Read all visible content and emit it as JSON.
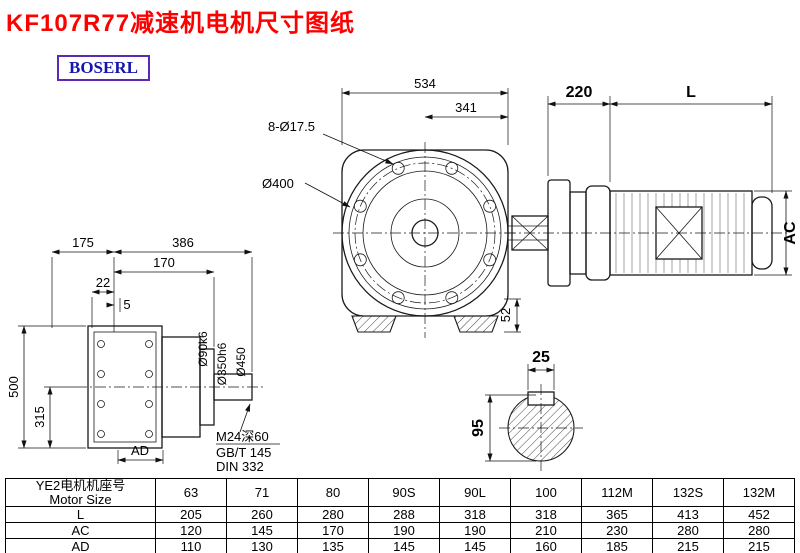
{
  "page": {
    "title": "KF107R77减速机电机尺寸图纸",
    "logo": "BOSERL"
  },
  "drawing": {
    "front_view": {
      "total_width": "534",
      "partial_width": "341",
      "bolt_holes": "8-Ø17.5",
      "flange_dia": "Ø400",
      "foot_height": "52"
    },
    "motor_view": {
      "adapter_length": "220",
      "motor_length": "L",
      "motor_height": "AC"
    },
    "side_view": {
      "dim_175": "175",
      "dim_386": "386",
      "dim_170": "170",
      "dim_22": "22",
      "dim_5": "5",
      "dim_500": "500",
      "dim_315": "315",
      "shaft_dia": "Ø90k6",
      "spigot_dia": "Ø350h6",
      "flange_od": "Ø450",
      "dim_ad": "AD",
      "tap_spec": "M24深60",
      "standard_1": "GB/T 145",
      "standard_2": "DIN 332"
    },
    "shaft_section": {
      "key_width": "25",
      "shaft_dia": "95"
    }
  },
  "table": {
    "header": {
      "line1": "YE2电机机座号",
      "line2": "Motor Size"
    },
    "sizes": [
      "63",
      "71",
      "80",
      "90S",
      "90L",
      "100",
      "112M",
      "132S",
      "132M"
    ],
    "rows": [
      {
        "label": "L",
        "values": [
          "205",
          "260",
          "280",
          "288",
          "318",
          "318",
          "365",
          "413",
          "452"
        ]
      },
      {
        "label": "AC",
        "values": [
          "120",
          "145",
          "170",
          "190",
          "190",
          "210",
          "230",
          "280",
          "280"
        ]
      },
      {
        "label": "AD",
        "values": [
          "110",
          "130",
          "135",
          "145",
          "145",
          "160",
          "185",
          "215",
          "215"
        ]
      }
    ]
  }
}
